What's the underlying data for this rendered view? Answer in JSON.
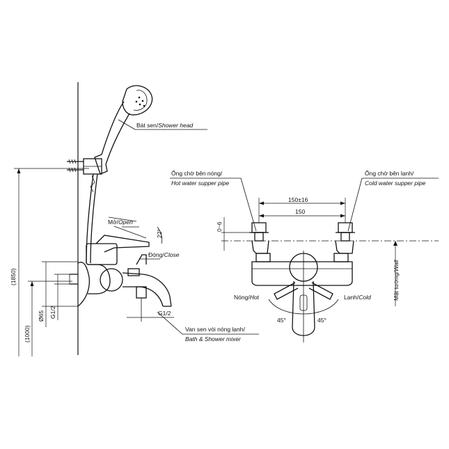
{
  "side_view": {
    "shower_head_label": "Bát sen/",
    "shower_head_label_en": "Shower head",
    "open_label": "Mở/",
    "open_label_en": "Open",
    "close_label": "Đóng/",
    "close_label_en": "Close",
    "angle_label": "22°",
    "mixer_label": "Van sen vòi nóng lạnh/",
    "mixer_label_en": "Bath & Shower mixer",
    "height_1850": "(1850)",
    "height_1000": "(1000)",
    "dia_65": "Ø65",
    "thread_left": "G1/2",
    "thread_bottom": "G1/2"
  },
  "front_view": {
    "hot_pipe_label": "Ống chờ bên nóng/",
    "hot_pipe_label_en": "Hot water supper pipe",
    "cold_pipe_label": "Ống chờ bên lạnh/",
    "cold_pipe_label_en": "Cold water supper pipe",
    "dim_outer": "150±16",
    "dim_inner": "150",
    "dim_offset": "0~6",
    "wall_label": "Mặt tường/",
    "wall_label_en": "Wall",
    "hot_label": "Nóng/",
    "hot_label_en": "Hot",
    "cold_label": "Lạnh/",
    "cold_label_en": "Cold",
    "angle_left": "45°",
    "angle_right": "45°"
  }
}
